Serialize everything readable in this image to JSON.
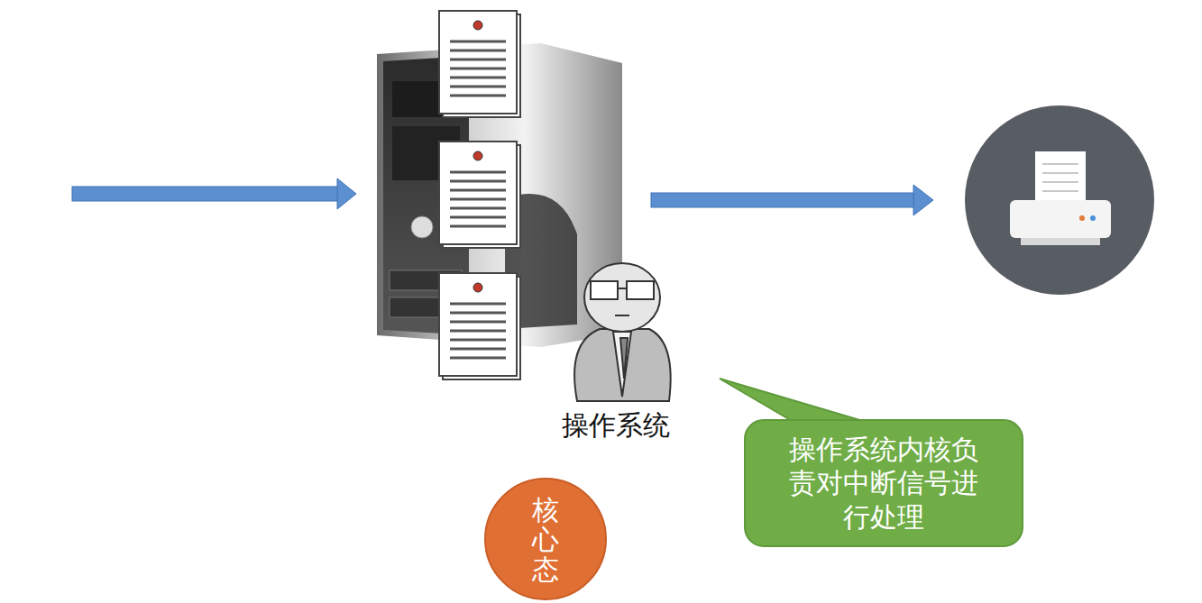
{
  "diagram": {
    "nodes": [
      {
        "text": [
          "操作系统内核负责对中断信号进行处理"
        ]
      },
      {
        "text": [
          "核心态"
        ]
      }
    ],
    "labels": [
      "操作系统"
    ]
  }
}
